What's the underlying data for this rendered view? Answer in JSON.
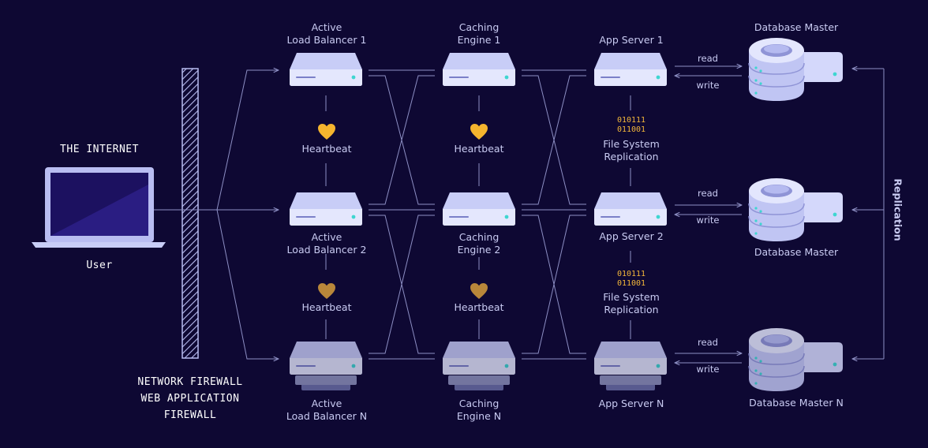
{
  "labels": {
    "internet": "THE INTERNET",
    "user": "User",
    "firewall": [
      "NETWORK FIREWALL",
      "WEB APPLICATION",
      "FIREWALL"
    ],
    "lb1": [
      "Active",
      "Load Balancer 1"
    ],
    "lb2": [
      "Active",
      "Load Balancer 2"
    ],
    "lbN": [
      "Active",
      "Load Balancer N"
    ],
    "cache1": [
      "Caching",
      "Engine 1"
    ],
    "cache2": [
      "Caching",
      "Engine 2"
    ],
    "cacheN": [
      "Caching",
      "Engine N"
    ],
    "app1": "App Server 1",
    "app2": "App Server 2",
    "appN": "App Server N",
    "db1": "Database Master",
    "db2": "Database Master",
    "dbN": "Database Master N",
    "heartbeat": "Heartbeat",
    "fs_replication": [
      "File System",
      "Replication"
    ],
    "bits": [
      "010111",
      "011001"
    ],
    "read": "read",
    "write": "write",
    "replication": "Replication"
  },
  "colors": {
    "background": "#0e0833",
    "line": "#8d8fc4",
    "server_light": "#c8cdf7",
    "server_dim": "#9a9ccb",
    "heart_bright": "#f5b52e",
    "heart_dim": "#b9873a",
    "bits": "#f2b63a",
    "led": "#3ed6d0",
    "laptop_frame": "#b9bdf2",
    "laptop_screen": "#1c1160"
  }
}
